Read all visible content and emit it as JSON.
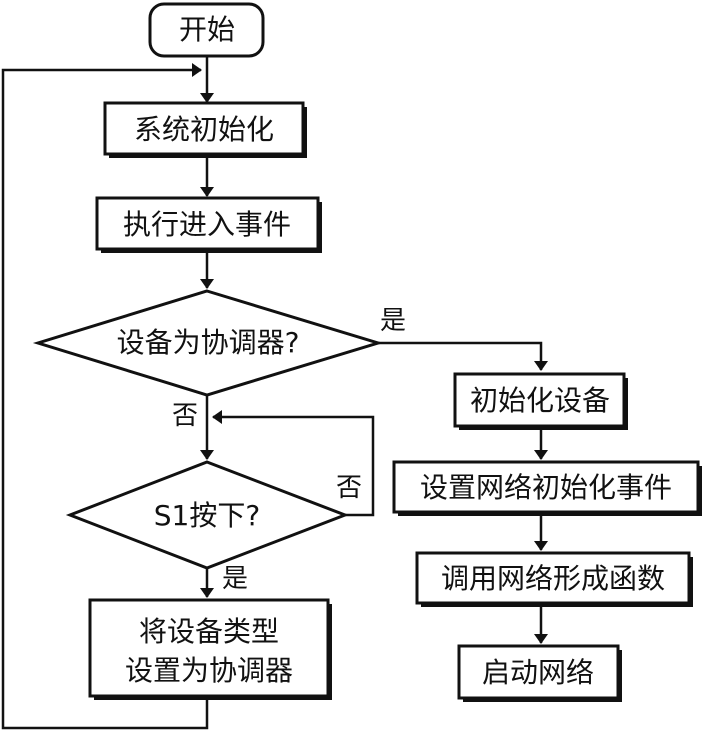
{
  "nodes": {
    "start": "开始",
    "init_system": "系统初始化",
    "exec_enter_event": "执行进入事件",
    "is_coordinator": "设备为协调器?",
    "s1_pressed": "S1按下?",
    "set_type_line1": "将设备类型",
    "set_type_line2": "设置为协调器",
    "init_device": "初始化设备",
    "set_net_init_event": "设置网络初始化事件",
    "call_form_net": "调用网络形成函数",
    "start_net": "启动网络"
  },
  "edges": {
    "yes_coordinator": "是",
    "no_coordinator": "否",
    "no_s1": "否",
    "yes_s1": "是"
  }
}
